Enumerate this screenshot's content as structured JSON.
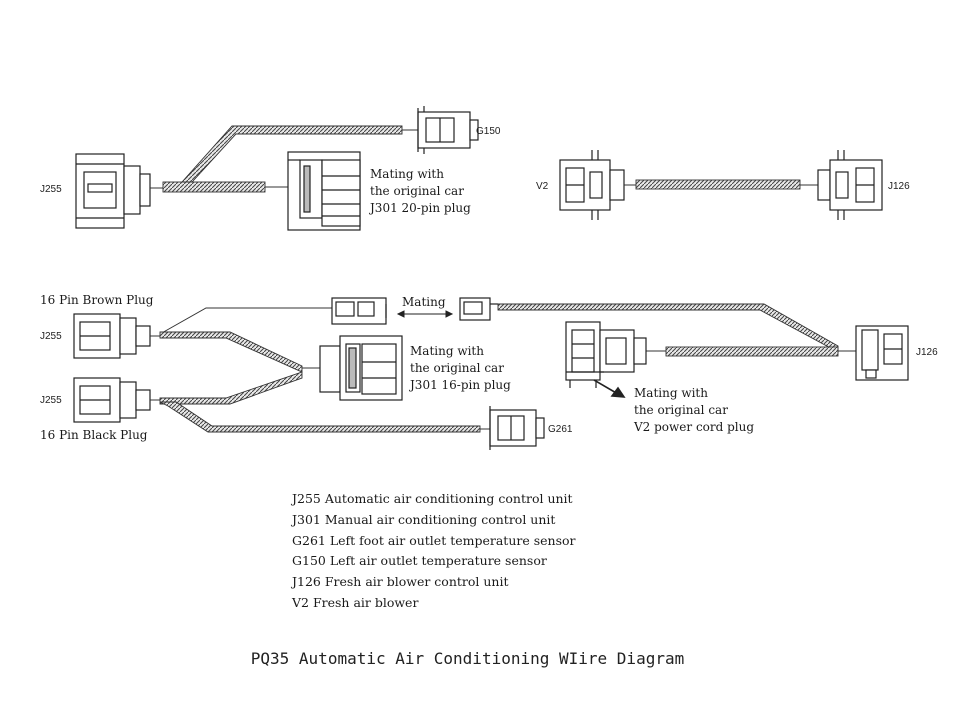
{
  "diagram": {
    "title": "PQ35 Automatic Air Conditioning WIire Diagram",
    "connectors": {
      "j255_top": "J255",
      "g150": "G150",
      "v2": "V2",
      "j126_top": "J126",
      "j255_brown": "J255",
      "j255_black": "J255",
      "g261": "G261",
      "j126_bottom": "J126"
    },
    "notes": {
      "j301_20pin": "Mating with\nthe original car\nJ301 20-pin plug",
      "brown_plug": "16 Pin Brown Plug",
      "black_plug": "16 Pin Black Plug",
      "mating": "Mating",
      "j301_16pin": "Mating with\nthe original car\nJ301 16-pin plug",
      "v2_plug": "Mating with\nthe original car\nV2 power cord plug"
    },
    "legend": [
      "J255 Automatic air conditioning control unit",
      "J301 Manual air conditioning control unit",
      "G261 Left foot air outlet temperature sensor",
      "G150 Left air outlet temperature sensor",
      "J126 Fresh air blower control unit",
      "V2 Fresh air blower"
    ]
  }
}
